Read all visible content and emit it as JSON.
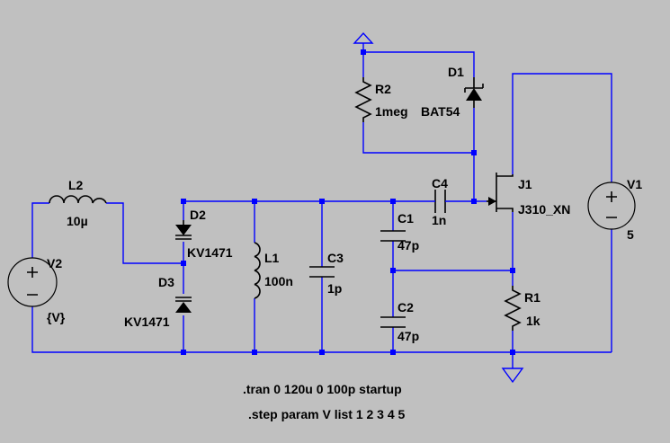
{
  "components": {
    "L2": {
      "name": "L2",
      "value": "10µ"
    },
    "V2": {
      "name": "V2",
      "value": "{V}"
    },
    "D2": {
      "name": "D2",
      "value": "KV1471"
    },
    "D3": {
      "name": "D3",
      "value": "KV1471"
    },
    "L1": {
      "name": "L1",
      "value": "100n"
    },
    "C3": {
      "name": "C3",
      "value": "1p"
    },
    "C1": {
      "name": "C1",
      "value": "47p"
    },
    "C2": {
      "name": "C2",
      "value": "47p"
    },
    "C4": {
      "name": "C4",
      "value": "1n"
    },
    "R2": {
      "name": "R2",
      "value": "1meg"
    },
    "D1": {
      "name": "D1",
      "value": "BAT54"
    },
    "J1": {
      "name": "J1",
      "value": "J310_XN"
    },
    "R1": {
      "name": "R1",
      "value": "1k"
    },
    "V1": {
      "name": "V1",
      "value": "5"
    }
  },
  "directives": [
    ".tran 0 120u 0 100p startup",
    ".step param V list 1 2 3 4 5"
  ],
  "colors": {
    "background": "#c0c0c0",
    "wire": "#0000ff",
    "component": "#000000",
    "junction": "#0000ff"
  }
}
